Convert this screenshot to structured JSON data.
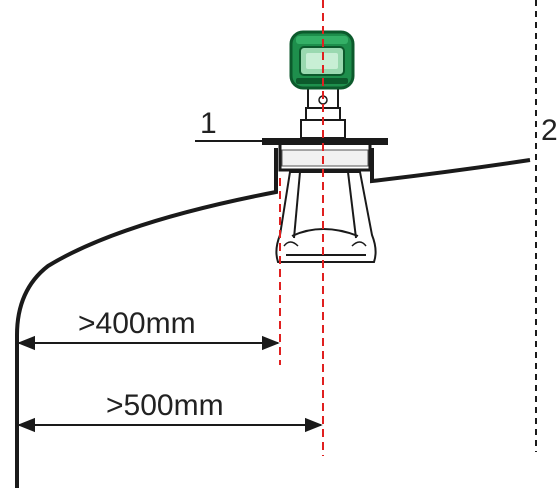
{
  "labels": {
    "nozzle_marker": "1",
    "vessel_centre_marker": "2"
  },
  "dimensions": [
    {
      "text": ">400mm",
      "from": "vessel-wall",
      "to": "nozzle-edge"
    },
    {
      "text": ">500mm",
      "from": "vessel-wall",
      "to": "sensor-axis"
    }
  ],
  "colors": {
    "outline": "#1a1a1a",
    "guide_line": "#e02020",
    "housing": "#1e8f4c",
    "housing_dark": "#0c5a2c",
    "window": "#9ad9b0",
    "horn": "#ffffff"
  },
  "icons": {
    "device": "radar-level-sensor",
    "arrow": "dimension-arrow"
  }
}
